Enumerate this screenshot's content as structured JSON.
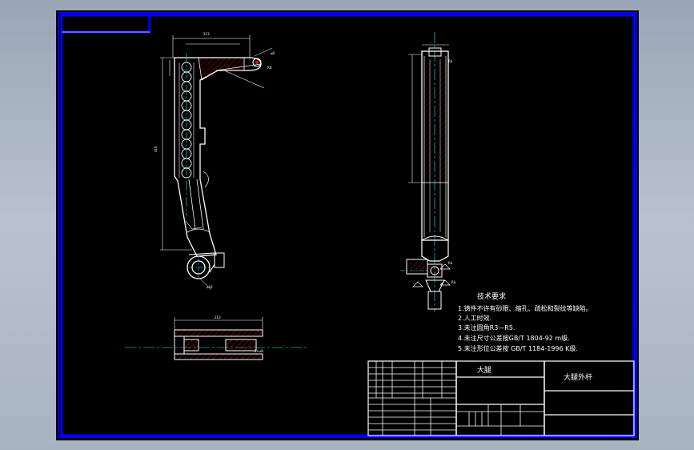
{
  "colors": {
    "background": "#000000",
    "frame": "#0000ff",
    "outline": "#ffffff",
    "hatch": "#ff0000",
    "centerline": "#00ffff",
    "dimension": "#ffffff"
  },
  "tech_requirements": {
    "title": "技术要求",
    "items": [
      "1.铸件不许有砂眼、缩孔、疏松和裂纹等缺陷。",
      "2.人工时效.",
      "3.未注圆角R3—R5.",
      "4.未注尺寸公差按GB/T 1804-92 m级.",
      "5.未注形位公差按 GB/T 1184-1996 K级."
    ]
  },
  "title_block": {
    "part_name": "大腿",
    "drawing_name": "大腿外杆"
  }
}
